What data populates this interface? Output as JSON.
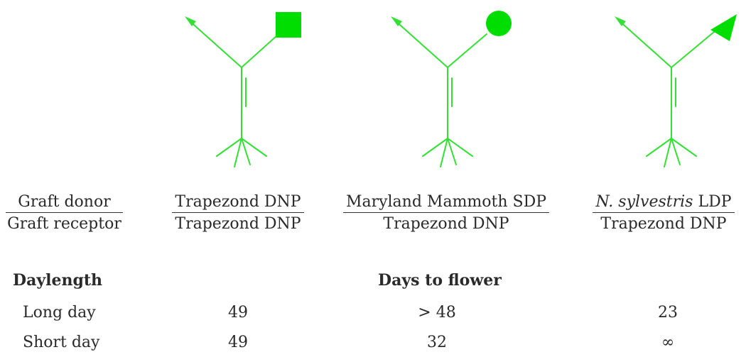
{
  "colors": {
    "plant": "#33e033",
    "fill": "#00dd00",
    "text": "#2a2a2a"
  },
  "labels": {
    "donor": "Graft donor",
    "receptor": "Graft receptor"
  },
  "columns": [
    {
      "donor_italic": "",
      "donor_rest": "Trapezond DNP",
      "receptor": "Trapezond DNP",
      "marker": "square"
    },
    {
      "donor_italic": "",
      "donor_rest": "Maryland Mammoth SDP",
      "receptor": "Trapezond DNP",
      "marker": "circle"
    },
    {
      "donor_italic": "N. sylvestris",
      "donor_rest": " LDP",
      "receptor": "Trapezond DNP",
      "marker": "triangle"
    }
  ],
  "table": {
    "row_header": "Daylength",
    "col_header": "Days to flower",
    "rows": [
      {
        "label": "Long day",
        "values": [
          "49",
          "> 48",
          "23"
        ]
      },
      {
        "label": "Short day",
        "values": [
          "49",
          "32",
          "∞"
        ]
      }
    ]
  }
}
